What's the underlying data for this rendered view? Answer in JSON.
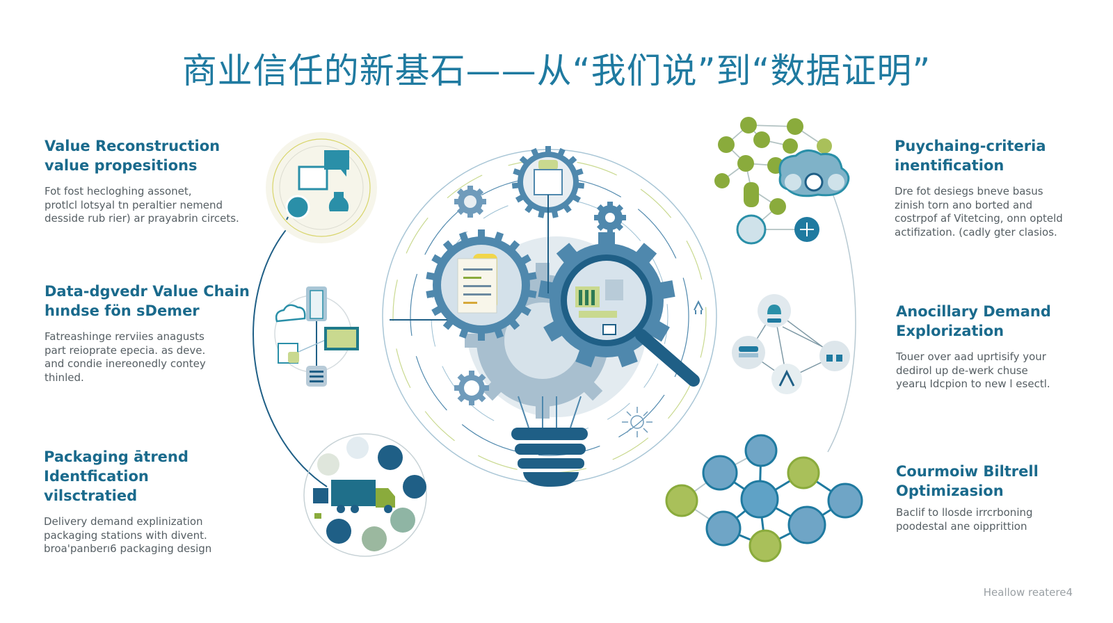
{
  "title": "商业信任的新基石——从“我们说”到“数据证明”",
  "colors": {
    "title": "#1f7aa0",
    "heading": "#1a6a8c",
    "body_text": "#555e63",
    "dark_blue": "#1f5f86",
    "mid_blue": "#4f88ad",
    "light_blue": "#9bbfd3",
    "green": "#8aab3c",
    "yellow": "#e8d24a",
    "teal": "#2a8fa8"
  },
  "sections": {
    "left": [
      {
        "heading_line1": "Value Reconstruction",
        "heading_line2": "value propesitions",
        "body": [
          "Fot fost heclogh‌ing assonet,",
          "protlcl lotsyal tn peraltier nemend",
          "desside rub rier) ar prayabrin circets."
        ],
        "icon": "chat-document-cluster-icon"
      },
      {
        "heading_line1": "Data-dgvedr Value Chain",
        "heading_line2": "hındse fön sDemer",
        "body": [
          "Fatreashinge rerviies anagusts",
          "part reioprate epecia. as deve.",
          "and condie inereonedly contey",
          "thinled."
        ],
        "icon": "cloud-server-chart-cluster-icon"
      },
      {
        "heading_line1": "Packaging ātrend Identfication",
        "heading_line2": "vilsctratied",
        "body": [
          "Delivery demand explinization",
          "packaging stations with divent.",
          "broa'panberı6 packaging design"
        ],
        "icon": "delivery-truck-cluster-icon"
      }
    ],
    "right": [
      {
        "heading_line1": "Puychaing-criteria",
        "heading_line2": "inentification",
        "body": [
          "Dre fot desiegs bneve basus",
          "zinish torn ano borted and",
          "costrpof af Vitetcing, onn opteld",
          "actifization. (cadly gter clasios."
        ],
        "icon": "network-cloud-cluster-icon"
      },
      {
        "heading_line1": "Anocillary Demand",
        "heading_line2": "Explorization",
        "body": [
          "Touer over aad uprtisify your",
          "dedirol up de-werk chuse",
          "yearц Idcpion to new l esectl."
        ],
        "icon": "tools-network-cluster-icon"
      },
      {
        "heading_line1": "Courmoiw Biltrell",
        "heading_line2": "Optimizasion",
        "body": [
          "Baclif to llosde irrcrboning",
          "poodestal ane oipprittion"
        ],
        "icon": "building-network-cluster-icon"
      }
    ]
  },
  "central_graphic": {
    "elements": [
      "lightbulb-icon",
      "gear-document-icon",
      "magnifier-gear-icon",
      "small-gear-icon",
      "printer-gear-icon"
    ]
  },
  "footer": "Heallow reatere4"
}
